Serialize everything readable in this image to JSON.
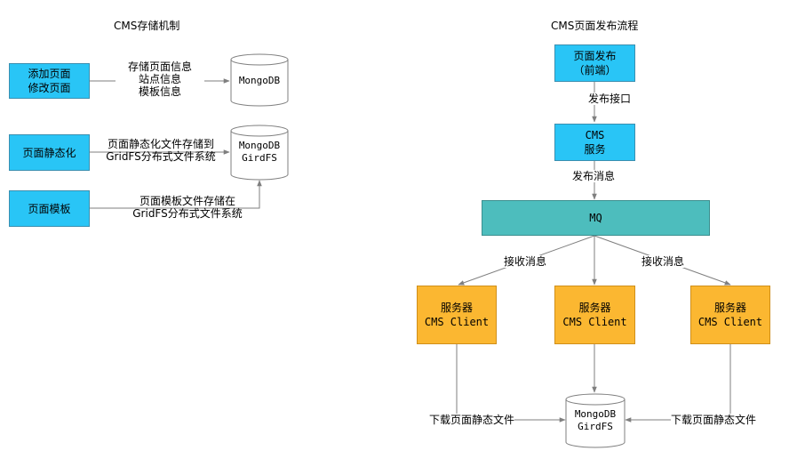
{
  "left": {
    "title": "CMS存储机制",
    "boxes": {
      "add_page": [
        "添加页面",
        "修改页面"
      ],
      "page_static": "页面静态化",
      "page_template": "页面模板"
    },
    "labels": {
      "store_info": [
        "存储页面信息",
        "站点信息",
        "模板信息"
      ],
      "store_static": [
        "页面静态化文件存储到",
        "GridFS分布式文件系统"
      ],
      "store_template": [
        "页面模板文件存储在",
        "GridFS分布式文件系统"
      ]
    },
    "dbs": {
      "mongodb": "MongoDB",
      "gridfs": [
        "MongoDB",
        "GirdFS"
      ]
    }
  },
  "right": {
    "title": "CMS页面发布流程",
    "boxes": {
      "publish": [
        "页面发布",
        "（前端）"
      ],
      "cms_service": [
        "CMS",
        "服务"
      ],
      "mq": "MQ",
      "client": [
        "服务器",
        "CMS Client"
      ]
    },
    "labels": {
      "publish_api": "发布接口",
      "publish_msg": "发布消息",
      "receive_msg": "接收消息",
      "download": "下载页面静态文件"
    },
    "db": [
      "MongoDB",
      "GirdFS"
    ]
  },
  "colors": {
    "blue": "#29c5f6",
    "teal": "#4dbdbd",
    "orange": "#fbb731",
    "line": "#7f7f7f"
  }
}
